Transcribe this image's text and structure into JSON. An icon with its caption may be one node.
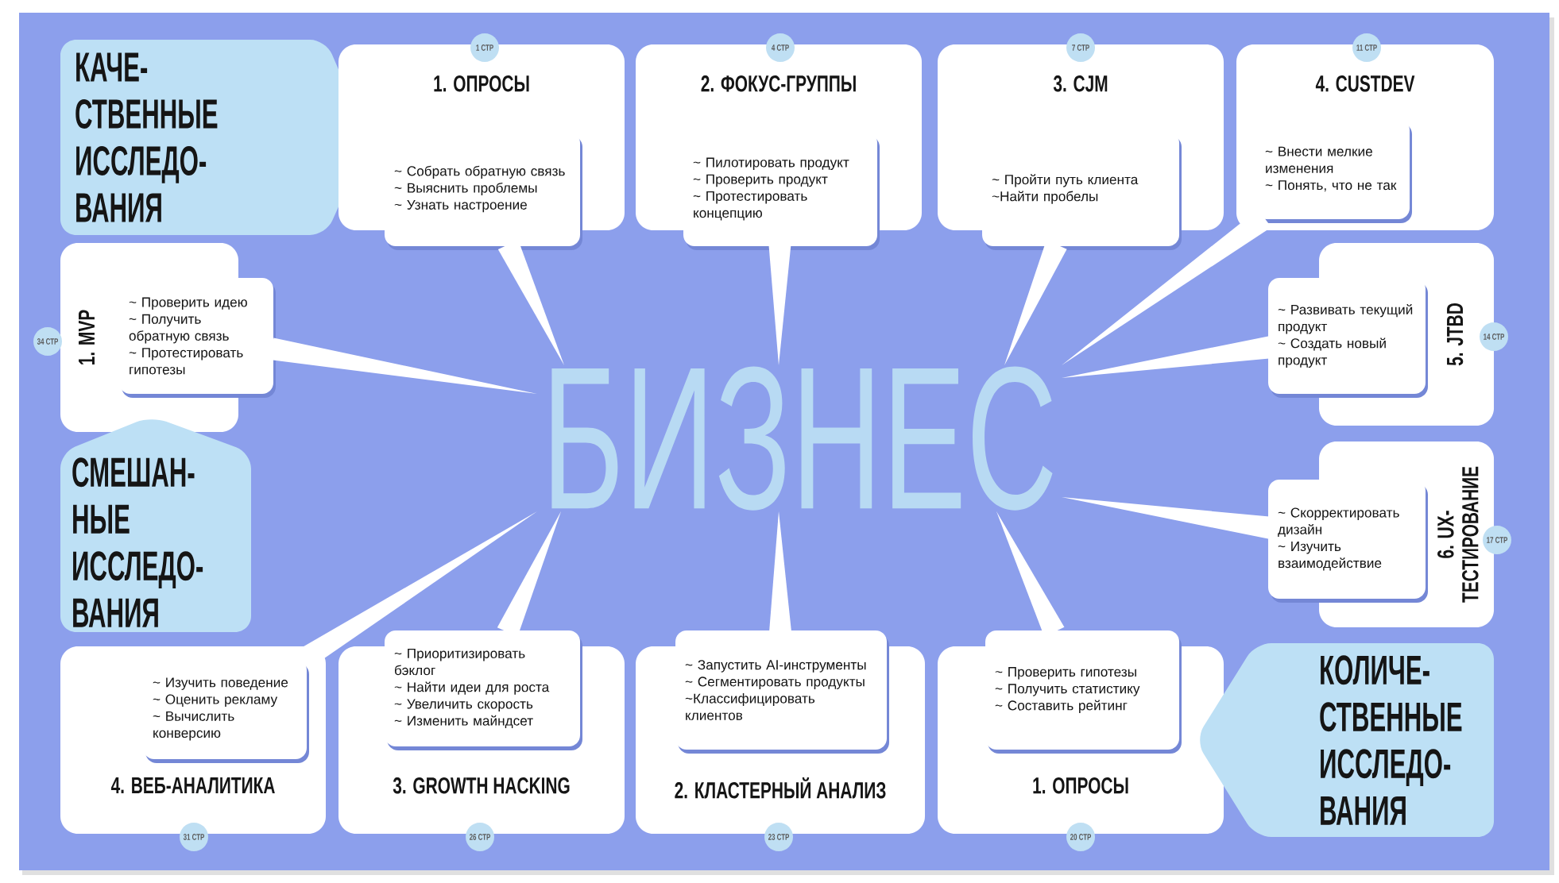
{
  "diagram": {
    "nodes": [
      {
        "text": [
          "КАЧЕ- СТВЕННЫЕ ИССЛЕДО- ВАНИЯ"
        ]
      },
      {
        "text": [
          "1. ОПРОСЫ"
        ]
      },
      {
        "text": [
          "1 СТР"
        ]
      },
      {
        "text": [
          "~ Собрать обратную связь",
          "~ Выяснить проблемы",
          "~ Узнать настроение"
        ]
      },
      {
        "text": [
          "2. ФОКУС-ГРУППЫ"
        ]
      },
      {
        "text": [
          "4 СТР"
        ]
      },
      {
        "text": [
          "~ Пилотировать продукт",
          "~ Проверить продукт",
          "~ Протестировать концепцию"
        ]
      },
      {
        "text": [
          "3. CJM"
        ]
      },
      {
        "text": [
          "7 СТР"
        ]
      },
      {
        "text": [
          "~ Пройти путь клиента",
          "~Найти пробелы"
        ]
      },
      {
        "text": [
          "4. CUSTDEV"
        ]
      },
      {
        "text": [
          "11 СТР"
        ]
      },
      {
        "text": [
          "~ Внести мелкие изменения",
          "~ Понять, что не так"
        ],
        "in": 10
      },
      {
        "text": [
          "1. MVP"
        ]
      },
      {
        "text": [
          "34 СТР"
        ]
      },
      {
        "text": [
          "~ Проверить идею",
          "~ Получить обратную связь",
          "~ Протестировать гипотезы"
        ]
      },
      {
        "text": [
          "5. JTBD"
        ]
      },
      {
        "text": [
          "14 СТР"
        ]
      },
      {
        "text": [
          "~ Развивать текущий продукт",
          "~ Создать новый продукт"
        ]
      },
      {
        "text": [
          "БИЗНЕС"
        ]
      },
      {
        "text": [
          "СМЕШАН- НЫЕ ИССЛЕДО- ВАНИЯ"
        ]
      },
      {
        "text": [
          "6. UX- ТЕСТИРОВАНИЕ"
        ]
      },
      {
        "text": [
          "17 СТР"
        ]
      },
      {
        "text": [
          "~ Скорректировать дизайн",
          "~ Изучить взаимодействие"
        ]
      },
      {
        "text": [
          "4. ВЕБ-АНАЛИТИКА"
        ]
      },
      {
        "text": [
          "31 СТР"
        ]
      },
      {
        "text": [
          "~ Изучить поведение",
          "~ Оценить рекламу",
          "~ Вычислить конверсию"
        ],
        "in": 24
      },
      {
        "text": [
          "3. GROWTH HACKING"
        ]
      },
      {
        "text": [
          "26 СТР"
        ]
      },
      {
        "text": [
          "~ Приоритизировать бэклог",
          "~ Найти идеи для роста",
          "~ Увеличить скорость",
          "~ Изменить майндсет"
        ]
      },
      {
        "text": [
          "2. КЛАСТЕРНЫЙ АНАЛИЗ"
        ]
      },
      {
        "text": [
          "23 СТР"
        ]
      },
      {
        "text": [
          "~ Запустить AI-инструменты",
          "~ Сегментировать продукты",
          "~Классифицировать клиентов"
        ]
      },
      {
        "text": [
          "1. ОПРОСЫ"
        ]
      },
      {
        "text": [
          "20 СТР"
        ]
      },
      {
        "text": [
          "~ Проверить гипотезы",
          "~ Получить статистику",
          "~ Составить рейтинг"
        ]
      },
      {
        "text": [
          "КОЛИЧЕ- СТВЕННЫЕ ИССЛЕДО- ВАНИЯ"
        ]
      }
    ],
    "edges": [
      {
        "from": 3,
        "to": 19,
        "arrow": "none"
      },
      {
        "from": 6,
        "to": 19,
        "arrow": "none"
      },
      {
        "from": 9,
        "to": 19,
        "arrow": "none"
      },
      {
        "from": 12,
        "to": 19,
        "arrow": "none"
      },
      {
        "from": 15,
        "to": 19,
        "arrow": "none"
      },
      {
        "from": 18,
        "to": 19,
        "arrow": "none"
      },
      {
        "from": 23,
        "to": 19,
        "arrow": "none"
      },
      {
        "from": 26,
        "to": 19,
        "arrow": "none"
      },
      {
        "from": 29,
        "to": 19,
        "arrow": "none"
      },
      {
        "from": 32,
        "to": 19,
        "arrow": "none"
      },
      {
        "from": 35,
        "to": 19,
        "arrow": "none"
      }
    ]
  }
}
